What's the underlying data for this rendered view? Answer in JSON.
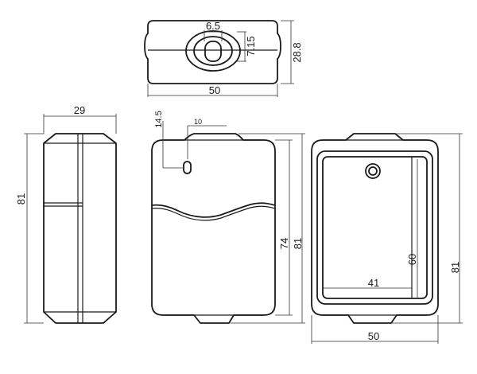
{
  "dimensions": {
    "top_slot_width": "6.5",
    "top_slot_height": "7.15",
    "top_depth": "28.8",
    "top_width": "50",
    "side_depth": "29",
    "side_height": "81",
    "front_hole_offset_y": "14.5",
    "front_hole_offset_x": "10",
    "front_body_height": "74",
    "front_total_height": "81",
    "back_inner_width": "41",
    "back_inner_height": "60",
    "back_total_height": "81",
    "back_width": "50"
  }
}
